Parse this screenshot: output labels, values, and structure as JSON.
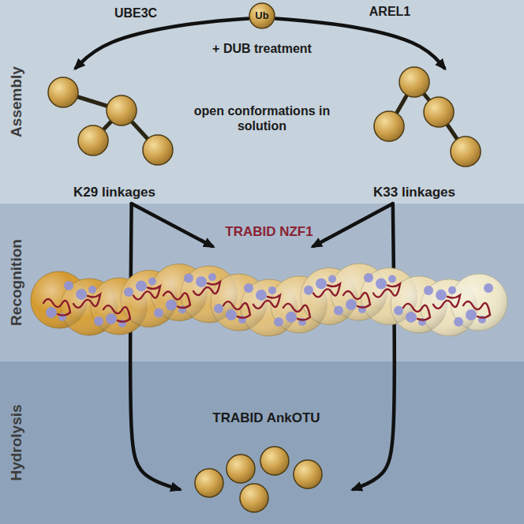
{
  "diagram": {
    "nodes": [
      {
        "text": [
          "Assembly"
        ]
      },
      {
        "text": [
          "Ub"
        ],
        "in": 0
      },
      {
        "text": [
          "K29 linkages"
        ],
        "in": 0
      },
      {
        "text": [
          "K33 linkages"
        ],
        "in": 0
      },
      {
        "text": [
          "Recognition"
        ]
      },
      {
        "text": [
          "TRABID NZF1"
        ],
        "in": 4
      },
      {
        "text": [
          "Hydrolysis"
        ]
      },
      {
        "text": [
          "TRABID AnkOTU"
        ],
        "in": 6
      }
    ],
    "edges": [
      {
        "from": 1,
        "to": 2,
        "label": "UBE3C",
        "arrow": "to"
      },
      {
        "from": 1,
        "to": 3,
        "label": "AREL1",
        "arrow": "to"
      },
      {
        "from": 2,
        "to": 5,
        "arrow": "to"
      },
      {
        "from": 3,
        "to": 5,
        "arrow": "to"
      },
      {
        "from": 2,
        "to": 7,
        "arrow": "to"
      },
      {
        "from": 3,
        "to": 7,
        "arrow": "to"
      }
    ],
    "labels": [
      "+ DUB treatment",
      "open conformations in solution"
    ]
  }
}
